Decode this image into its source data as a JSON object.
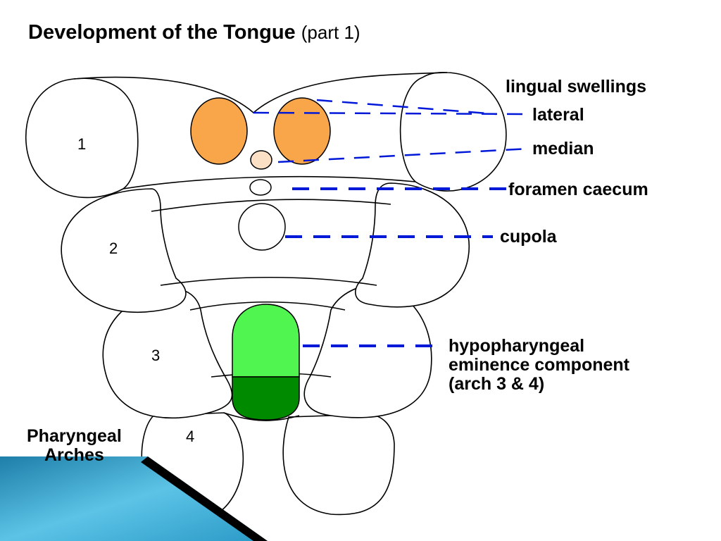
{
  "title": {
    "main": "Development of the Tongue",
    "sub": "(part 1)"
  },
  "arches": [
    "1",
    "2",
    "3",
    "4"
  ],
  "labels": {
    "lingual_swellings": "lingual swellings",
    "lateral": "lateral",
    "median": "median",
    "foramen_caecum": "foramen caecum",
    "cupola": "cupola",
    "hypopharyngeal": [
      "hypopharyngeal",
      "eminence component",
      "(arch 3 & 4)"
    ],
    "pharyngeal_arches": [
      "Pharyngeal",
      "Arches"
    ]
  },
  "colors": {
    "lateral_swelling": "#f9a64a",
    "median_swelling": "#fce0c5",
    "hypopharyngeal_upper": "#50f550",
    "hypopharyngeal_lower": "#008a00",
    "leader_line": "#0018d8",
    "slide_accent": "#1f8fb8"
  }
}
